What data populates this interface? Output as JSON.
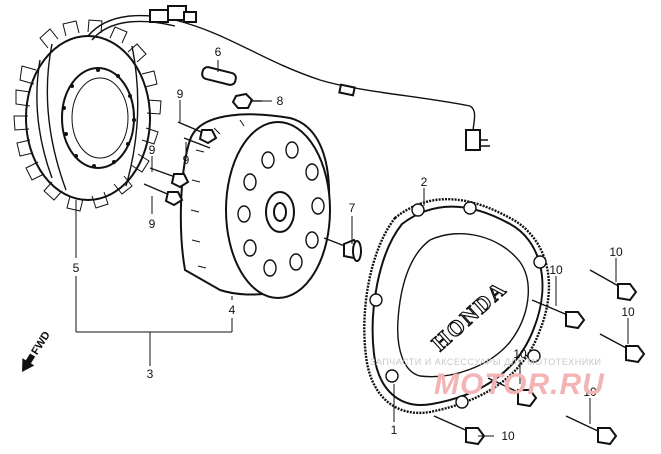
{
  "callouts": [
    {
      "id": "c1",
      "label": "1"
    },
    {
      "id": "c2",
      "label": "2"
    },
    {
      "id": "c3",
      "label": "3"
    },
    {
      "id": "c4",
      "label": "4"
    },
    {
      "id": "c5",
      "label": "5"
    },
    {
      "id": "c6",
      "label": "6"
    },
    {
      "id": "c7",
      "label": "7"
    },
    {
      "id": "c8",
      "label": "8"
    },
    {
      "id": "c9a",
      "label": "9"
    },
    {
      "id": "c9b",
      "label": "9"
    },
    {
      "id": "c9c",
      "label": "9"
    },
    {
      "id": "c9d",
      "label": "9"
    },
    {
      "id": "c10a",
      "label": "10"
    },
    {
      "id": "c10b",
      "label": "10"
    },
    {
      "id": "c10c",
      "label": "10"
    },
    {
      "id": "c10d",
      "label": "10"
    },
    {
      "id": "c10e",
      "label": "10"
    },
    {
      "id": "c10f",
      "label": "10"
    }
  ],
  "cover_logo": "HONDA",
  "direction_marker": "FWD",
  "watermark": {
    "line1": "ЗАПЧАСТИ И АКСЕССУАРЫ ДЛЯ МОТОТЕХНИКИ",
    "line2": "MOTOR.RU",
    "color": "#f2b4b4"
  }
}
